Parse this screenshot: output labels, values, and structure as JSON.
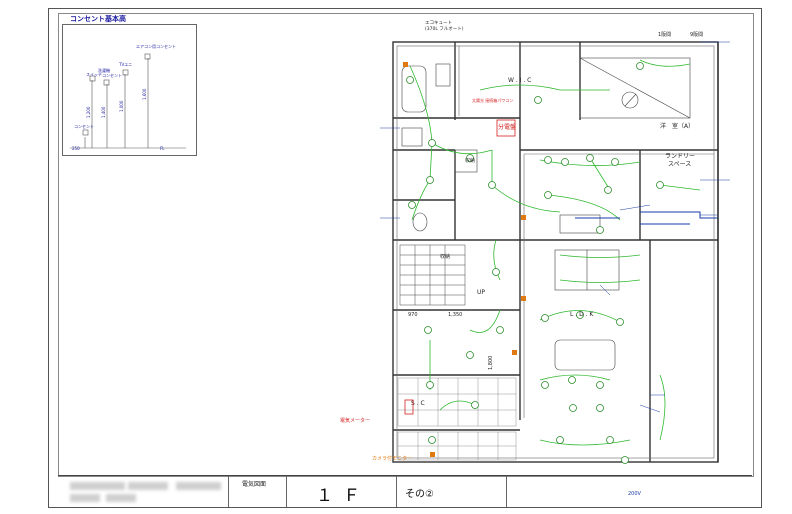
{
  "legend": {
    "title": "コンセント基本高",
    "labels": [
      "エアコン用コンセント",
      "洗濯機",
      "コンセント",
      "TVユニ",
      "スイッチ",
      "コンセント",
      "1,000",
      "1,200",
      "1,400",
      "1,600",
      "250",
      "FL"
    ]
  },
  "plan": {
    "labels": {
      "wic": "W . I . C",
      "youshitsu": "洋　室（A）",
      "laundry": "ランドリー\nスペース",
      "ldk": "L . D . K",
      "bunden": "分電盤",
      "sc": "S . C",
      "up": "UP",
      "shunou1": "収納",
      "shunou2": "収納",
      "dim1": "970",
      "dim2": "1,350",
      "dim3": "1,800",
      "dim4": "1阪間",
      "dim5": "9阪間",
      "meter": "電気メーター",
      "camera": "カメラ付モニター",
      "v200": "200V",
      "red_note": "太陽光 接続箱パワコン",
      "ecocute": "エコキュート\n(370L フルオート)"
    }
  },
  "titleblock": {
    "drawing_label": "電気図面",
    "floor": "１Ｆ",
    "part": "その②"
  },
  "colors": {
    "wall": "#333333",
    "wire": "#2fb82f",
    "device": "#2a8c2a",
    "annotation": "#1a3aa8",
    "orange": "#e07a10",
    "red": "#d42020"
  }
}
